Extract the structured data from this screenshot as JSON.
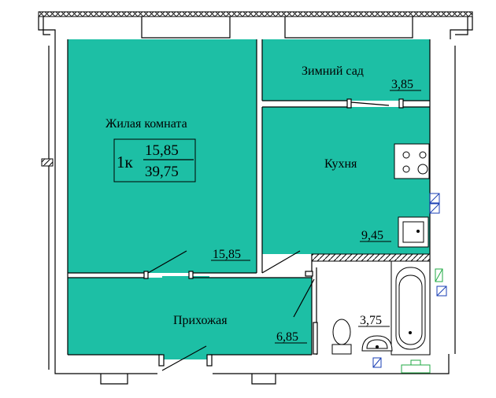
{
  "colors": {
    "room_fill": "#1dbfa5",
    "wall": "#000000",
    "bath_fill": "#ffffff",
    "window_marker": "#22aa44",
    "pipe_marker": "#1a3fb5"
  },
  "rooms": {
    "living": {
      "name": "Жилая комната",
      "area": "15,85"
    },
    "winter_garden": {
      "name": "Зимний сад",
      "area": "3,85"
    },
    "kitchen": {
      "name": "Кухня",
      "area": "9,45"
    },
    "hallway": {
      "name": "Прихожая",
      "area": "6,85"
    },
    "bathroom": {
      "area": "3,75"
    }
  },
  "summary": {
    "rooms_count": "1к",
    "living_area": "15,85",
    "total_area": "39,75"
  },
  "icons": [
    "stove-icon",
    "sink-icon",
    "toilet-icon",
    "washbasin-icon",
    "bathtub-icon"
  ]
}
